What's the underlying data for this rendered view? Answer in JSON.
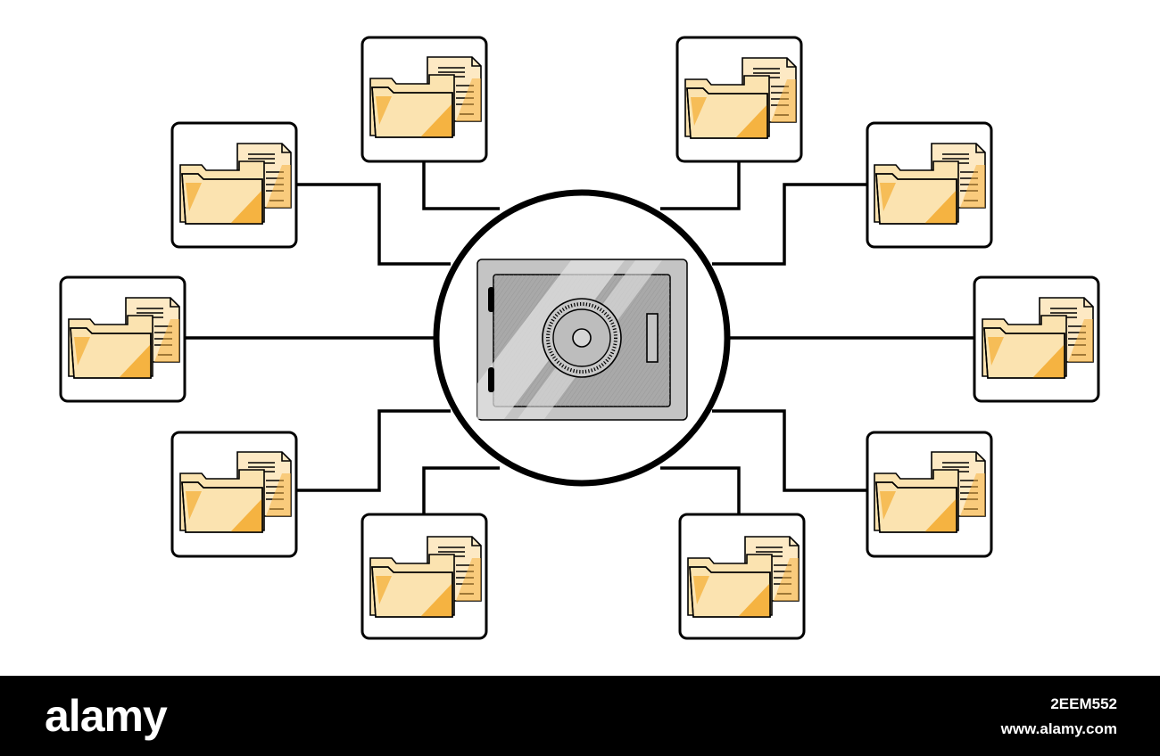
{
  "diagram": {
    "center": {
      "icon": "safe-icon"
    },
    "nodes": [
      {
        "id": "node-top-left",
        "icon": "folder-with-document-icon"
      },
      {
        "id": "node-top-right",
        "icon": "folder-with-document-icon"
      },
      {
        "id": "node-upper-left",
        "icon": "folder-with-document-icon"
      },
      {
        "id": "node-upper-right",
        "icon": "folder-with-document-icon"
      },
      {
        "id": "node-middle-left",
        "icon": "folder-with-document-icon"
      },
      {
        "id": "node-middle-right",
        "icon": "folder-with-document-icon"
      },
      {
        "id": "node-lower-left",
        "icon": "folder-with-document-icon"
      },
      {
        "id": "node-lower-right",
        "icon": "folder-with-document-icon"
      },
      {
        "id": "node-bottom-left",
        "icon": "folder-with-document-icon"
      },
      {
        "id": "node-bottom-right",
        "icon": "folder-with-document-icon"
      }
    ],
    "colors": {
      "line": "#000000",
      "folder_fill": "#fbe3b0",
      "folder_accent": "#f5b341",
      "paper_fill": "#fde9c4",
      "safe_body": "#c4c4c4",
      "safe_door": "#a9a9a9"
    }
  },
  "footer": {
    "logo": "alamy",
    "image_id": "2EEM552",
    "url": "www.alamy.com"
  }
}
